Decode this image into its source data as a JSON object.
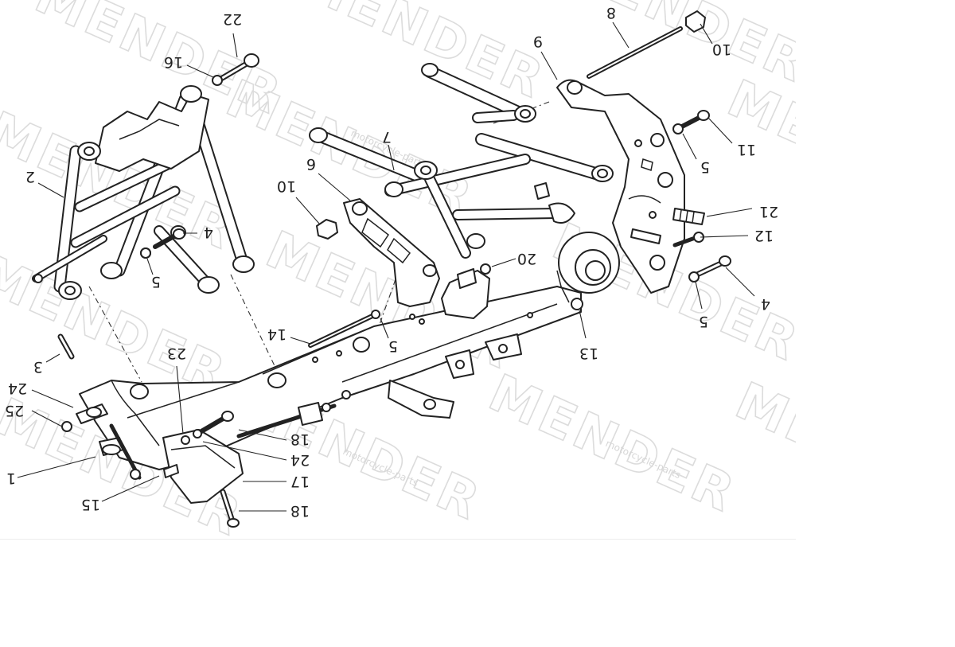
{
  "watermark": {
    "brand": "MENDER",
    "subtext": "motorcycle-parts"
  },
  "callouts": [
    {
      "id": "c22a",
      "label": "22"
    },
    {
      "id": "c16a",
      "label": "16"
    },
    {
      "id": "c2a",
      "label": "2"
    },
    {
      "id": "c4a",
      "label": "4"
    },
    {
      "id": "c5a",
      "label": "5"
    },
    {
      "id": "c3",
      "label": "3"
    },
    {
      "id": "c24a",
      "label": "24"
    },
    {
      "id": "c25",
      "label": "25"
    },
    {
      "id": "c1",
      "label": "1"
    },
    {
      "id": "c15",
      "label": "15"
    },
    {
      "id": "c23",
      "label": "23"
    },
    {
      "id": "c18a",
      "label": "18"
    },
    {
      "id": "c24b",
      "label": "24"
    },
    {
      "id": "c17",
      "label": "17"
    },
    {
      "id": "c18b",
      "label": "18"
    },
    {
      "id": "c14",
      "label": "14"
    },
    {
      "id": "c5b",
      "label": "5"
    },
    {
      "id": "c10a",
      "label": "10"
    },
    {
      "id": "c6",
      "label": "6"
    },
    {
      "id": "c7",
      "label": "7"
    },
    {
      "id": "c20",
      "label": "20"
    },
    {
      "id": "c13",
      "label": "13"
    },
    {
      "id": "c9",
      "label": "9"
    },
    {
      "id": "c8",
      "label": "8"
    },
    {
      "id": "c10b",
      "label": "10"
    },
    {
      "id": "c11",
      "label": "11"
    },
    {
      "id": "c5c",
      "label": "5"
    },
    {
      "id": "c21",
      "label": "21"
    },
    {
      "id": "c12",
      "label": "12"
    },
    {
      "id": "c5d",
      "label": "5"
    },
    {
      "id": "c4b",
      "label": "4"
    }
  ]
}
